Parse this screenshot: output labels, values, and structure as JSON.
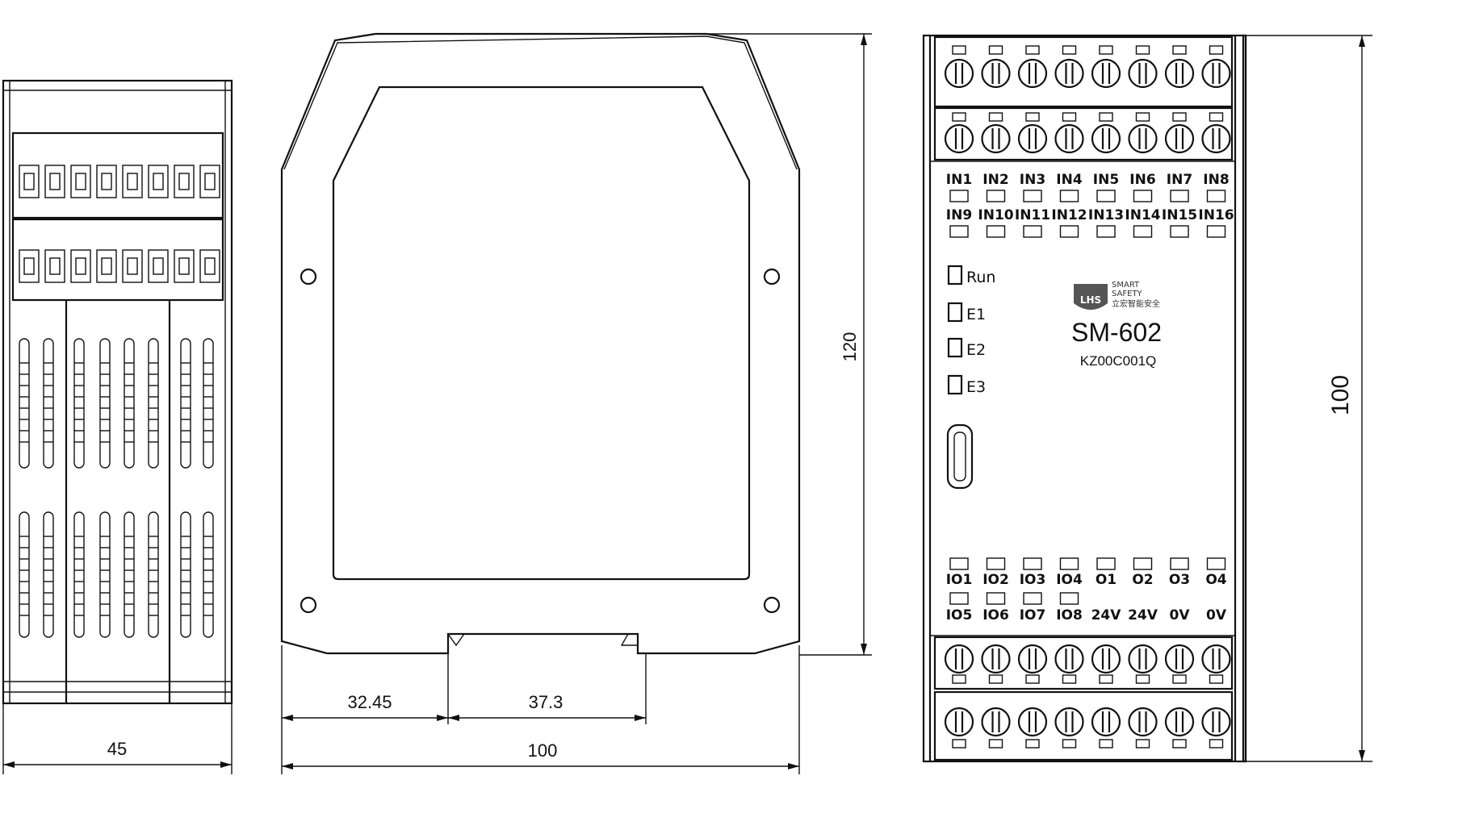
{
  "dimensions": {
    "side_width": "45",
    "front_segment_1": "32.45",
    "front_segment_2": "37.3",
    "front_width": "100",
    "front_height": "120",
    "panel_height": "100"
  },
  "panel": {
    "model": "SM-602",
    "code": "KZ00C001Q",
    "brand_line1": "SMART",
    "brand_line2": "SAFETY",
    "brand_line3": "立宏智能安全",
    "logo_letters": "LHS",
    "status_leds": [
      "Run",
      "E1",
      "E2",
      "E3"
    ],
    "input_labels_row1": [
      "IN1",
      "IN2",
      "IN3",
      "IN4",
      "IN5",
      "IN6",
      "IN7",
      "IN8"
    ],
    "input_labels_row2": [
      "IN9",
      "IN10",
      "IN11",
      "IN12",
      "IN13",
      "IN14",
      "IN15",
      "IN16"
    ],
    "output_labels_row1": [
      "IO1",
      "IO2",
      "IO3",
      "IO4",
      "O1",
      "O2",
      "O3",
      "O4"
    ],
    "output_labels_row2": [
      "IO5",
      "IO6",
      "IO7",
      "IO8",
      "24V",
      "24V",
      "0V",
      "0V"
    ]
  }
}
